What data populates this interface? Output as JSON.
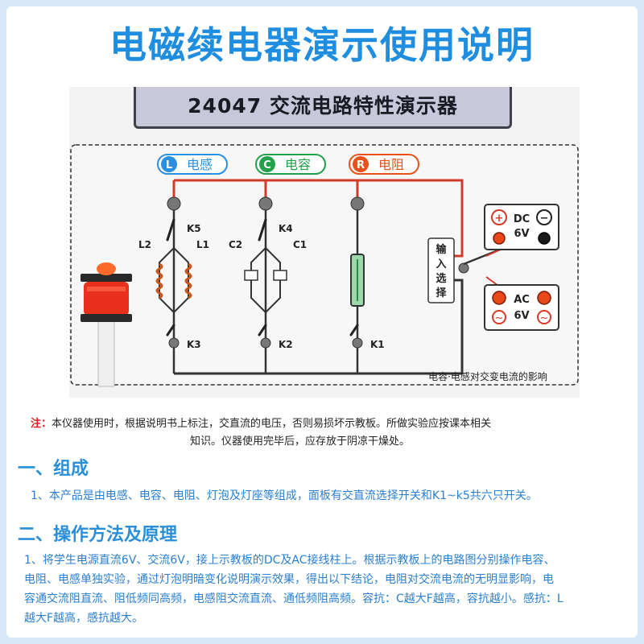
{
  "title": "电磁续电器演示使用说明",
  "panel": {
    "name": "24047 交流电路特性演示器",
    "legend": [
      {
        "letter": "L",
        "label": "电感",
        "color": "#2a8fe0"
      },
      {
        "letter": "C",
        "label": "电容",
        "color": "#22a04a"
      },
      {
        "letter": "R",
        "label": "电阻",
        "color": "#e8501c"
      }
    ],
    "switches": {
      "k5": "K5",
      "k4": "K4",
      "k3": "K3",
      "k2": "K2",
      "k1": "K1"
    },
    "components": {
      "l2": "L2",
      "l1": "L1",
      "c2": "C2",
      "c1": "C1"
    },
    "input_select": [
      "输",
      "入",
      "选",
      "择"
    ],
    "dc": {
      "label": "DC",
      "voltage": "6V",
      "plus": "+",
      "minus": "−"
    },
    "ac": {
      "label": "AC",
      "voltage": "6V",
      "wave": "~"
    },
    "caption": "电容·电感对交变电流的影响"
  },
  "note": {
    "label": "注：",
    "line1": "本仪器使用时，根据说明书上标注，交直流的电压，否则易损坏示教板。所做实验应按课本相关",
    "line2": "知识。仪器使用完毕后，应存放于阴凉干燥处。"
  },
  "sections": [
    {
      "title": "一、组成",
      "body": "1、本产品是由电感、电容、电阻、灯泡及灯座等组成，面板有交直流选择开关和K1~k5共六只开关。"
    },
    {
      "title": "二、操作方法及原理",
      "body_lines": [
        "1、将学生电源直流6V、交流6V，接上示教板的DC及AC接线柱上。根据示教板上的电路图分别操作电容、",
        "电阻、电感单独实验，通过灯泡明暗变化说明演示效果，得出以下结论，电阻对交流电流的无明显影响，电",
        "容通交流阻直流、阻低频同高频，电感阻交流直流、通低频阻高频。容抗：C越大F越高，容抗越小。感抗：L",
        "越大F越高，感抗越大。"
      ]
    }
  ]
}
